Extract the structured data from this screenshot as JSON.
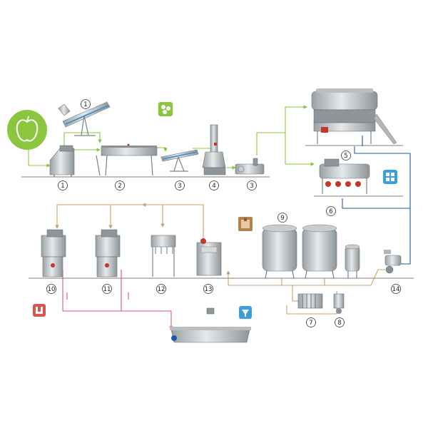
{
  "diagram": {
    "type": "process-flow",
    "step_labels": [
      {
        "id": "s1-elevator",
        "text": "1"
      },
      {
        "id": "s1-crusher",
        "text": "1"
      },
      {
        "id": "s2-conveyor",
        "text": "2"
      },
      {
        "id": "s3-conveyor",
        "text": "3"
      },
      {
        "id": "s4-press",
        "text": "4"
      },
      {
        "id": "s3-pump",
        "text": "3"
      },
      {
        "id": "s5-extractor",
        "text": "5"
      },
      {
        "id": "s6-extractor",
        "text": "6"
      },
      {
        "id": "s9-tanks",
        "text": "9"
      },
      {
        "id": "s7-filter",
        "text": "7"
      },
      {
        "id": "s8-pump",
        "text": "8"
      },
      {
        "id": "s10-filler",
        "text": "10"
      },
      {
        "id": "s11-filler",
        "text": "11"
      },
      {
        "id": "s12-filler",
        "text": "12"
      },
      {
        "id": "s13-control",
        "text": "13"
      },
      {
        "id": "s14-pump",
        "text": "14"
      }
    ],
    "icons": [
      {
        "id": "apple-icon",
        "color": "#8cc63f"
      },
      {
        "id": "pieces-icon",
        "color": "#8cc63f"
      },
      {
        "id": "cooling-icon",
        "color": "#3aa0dc"
      },
      {
        "id": "filter-icon",
        "color": "#3aa0dc"
      },
      {
        "id": "heating-icon",
        "color": "#d9534f"
      },
      {
        "id": "box-icon",
        "color": "#8b5a2b"
      }
    ],
    "line_colors": {
      "raw_fruit": "#8cc63f",
      "juice": "#1f5aa6",
      "product": "#c8a070",
      "hot_water": "#e0556b"
    }
  }
}
